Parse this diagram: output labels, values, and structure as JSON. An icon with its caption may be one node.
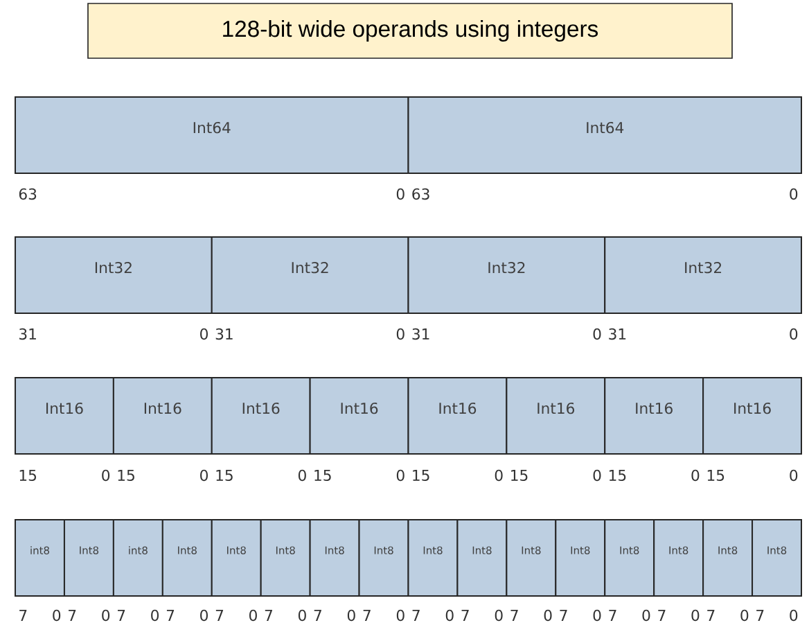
{
  "diagram": {
    "nodes": [
      {
        "text": [
          "128-bit wide operands using integers"
        ]
      },
      {
        "text": [
          "Int64"
        ]
      },
      {
        "text": [
          "Int64"
        ]
      },
      {
        "text": [
          "Int32"
        ]
      },
      {
        "text": [
          "Int32"
        ]
      },
      {
        "text": [
          "Int32"
        ]
      },
      {
        "text": [
          "Int32"
        ]
      },
      {
        "text": [
          "Int16"
        ]
      },
      {
        "text": [
          "Int16"
        ]
      },
      {
        "text": [
          "Int16"
        ]
      },
      {
        "text": [
          "Int16"
        ]
      },
      {
        "text": [
          "Int16"
        ]
      },
      {
        "text": [
          "Int16"
        ]
      },
      {
        "text": [
          "Int16"
        ]
      },
      {
        "text": [
          "Int16"
        ]
      },
      {
        "text": [
          "int8"
        ]
      },
      {
        "text": [
          "Int8"
        ]
      },
      {
        "text": [
          "int8"
        ]
      },
      {
        "text": [
          "Int8"
        ]
      },
      {
        "text": [
          "Int8"
        ]
      },
      {
        "text": [
          "Int8"
        ]
      },
      {
        "text": [
          "Int8"
        ]
      },
      {
        "text": [
          "Int8"
        ]
      },
      {
        "text": [
          "Int8"
        ]
      },
      {
        "text": [
          "Int8"
        ]
      },
      {
        "text": [
          "Int8"
        ]
      },
      {
        "text": [
          "Int8"
        ]
      },
      {
        "text": [
          "Int8"
        ]
      },
      {
        "text": [
          "Int8"
        ]
      },
      {
        "text": [
          "Int8"
        ]
      },
      {
        "text": [
          "Int8"
        ]
      }
    ],
    "labels": [
      "63",
      "0",
      "63",
      "0",
      "31",
      "0",
      "31",
      "0",
      "31",
      "0",
      "31",
      "0",
      "15",
      "0",
      "15",
      "0",
      "15",
      "0",
      "15",
      "0",
      "15",
      "0",
      "15",
      "0",
      "15",
      "0",
      "15",
      "0",
      "7",
      "0",
      "7",
      "0",
      "7",
      "0",
      "7",
      "0",
      "7",
      "0",
      "7",
      "0",
      "7",
      "0",
      "7",
      "0",
      "7",
      "0",
      "7",
      "0",
      "7",
      "0",
      "7",
      "0",
      "7",
      "0",
      "7",
      "0",
      "7",
      "0",
      "7",
      "0"
    ]
  }
}
